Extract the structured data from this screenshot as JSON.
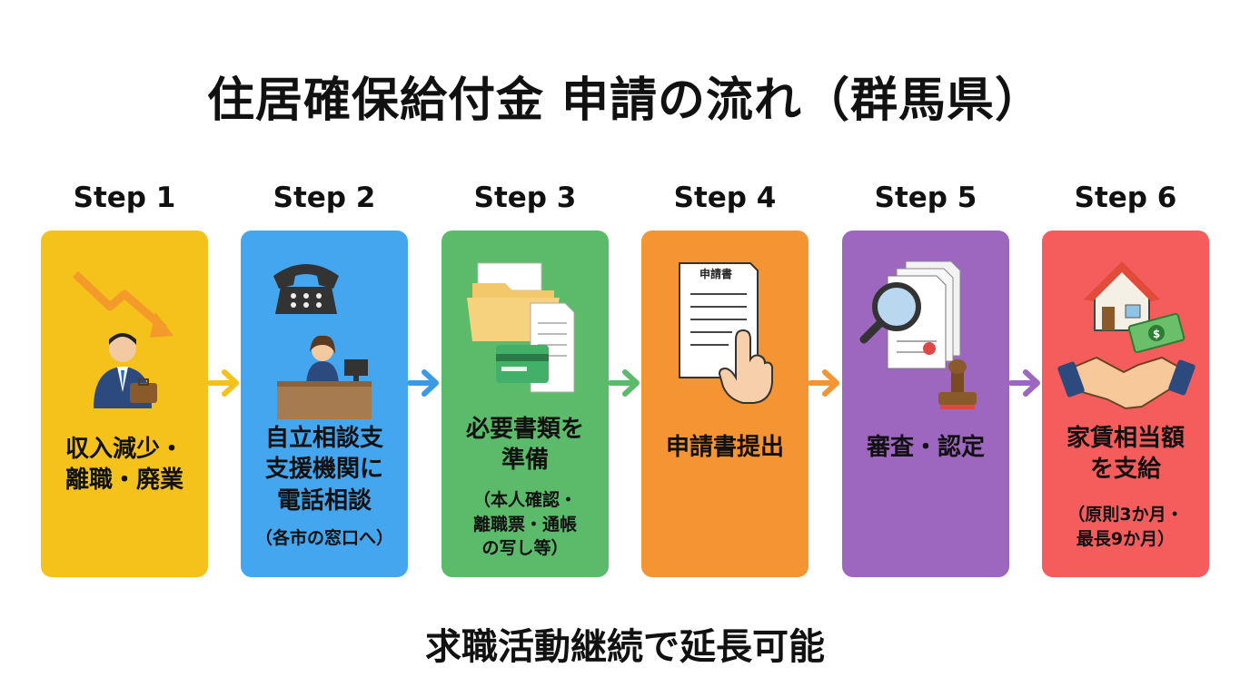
{
  "title": "住居確保給付金 申請の流れ（群馬県）",
  "footer": "求職活動継続で延長可能",
  "steps": [
    {
      "label": "Step 1",
      "main": [
        "収入減少・",
        "離職・廃業"
      ],
      "sub": [],
      "color": "#f5c21b",
      "arrow_color": "#f5c21b"
    },
    {
      "label": "Step 2",
      "main": [
        "自立相談支",
        "支援機関に",
        "電話相談"
      ],
      "sub": [
        "（各市の窓口へ）"
      ],
      "color": "#44a6ee",
      "arrow_color": "#3a9ae6"
    },
    {
      "label": "Step 3",
      "main": [
        "必要書類を",
        "準備"
      ],
      "sub": [
        "（本人確認・",
        "離職票・通帳",
        "の写し等）"
      ],
      "color": "#5cbb6a",
      "arrow_color": "#5cbb6a"
    },
    {
      "label": "Step 4",
      "main": [
        "申請書提出"
      ],
      "sub": [],
      "color": "#f49432",
      "arrow_color": "#f49432"
    },
    {
      "label": "Step 5",
      "main": [
        "審査・認定"
      ],
      "sub": [],
      "color": "#9d67c0",
      "arrow_color": "#9d67c0"
    },
    {
      "label": "Step 6",
      "main": [
        "家賃相当額",
        "を支給"
      ],
      "sub": [
        "（原則3か月・",
        "最長9か月）"
      ],
      "color": "#f55c5c",
      "arrow_color": null
    }
  ],
  "icons": [
    "declining-income-icon",
    "phone-consultation-icon",
    "documents-icon",
    "application-form-icon",
    "review-icon",
    "rent-payment-icon"
  ],
  "form_icon_text": "申請書"
}
